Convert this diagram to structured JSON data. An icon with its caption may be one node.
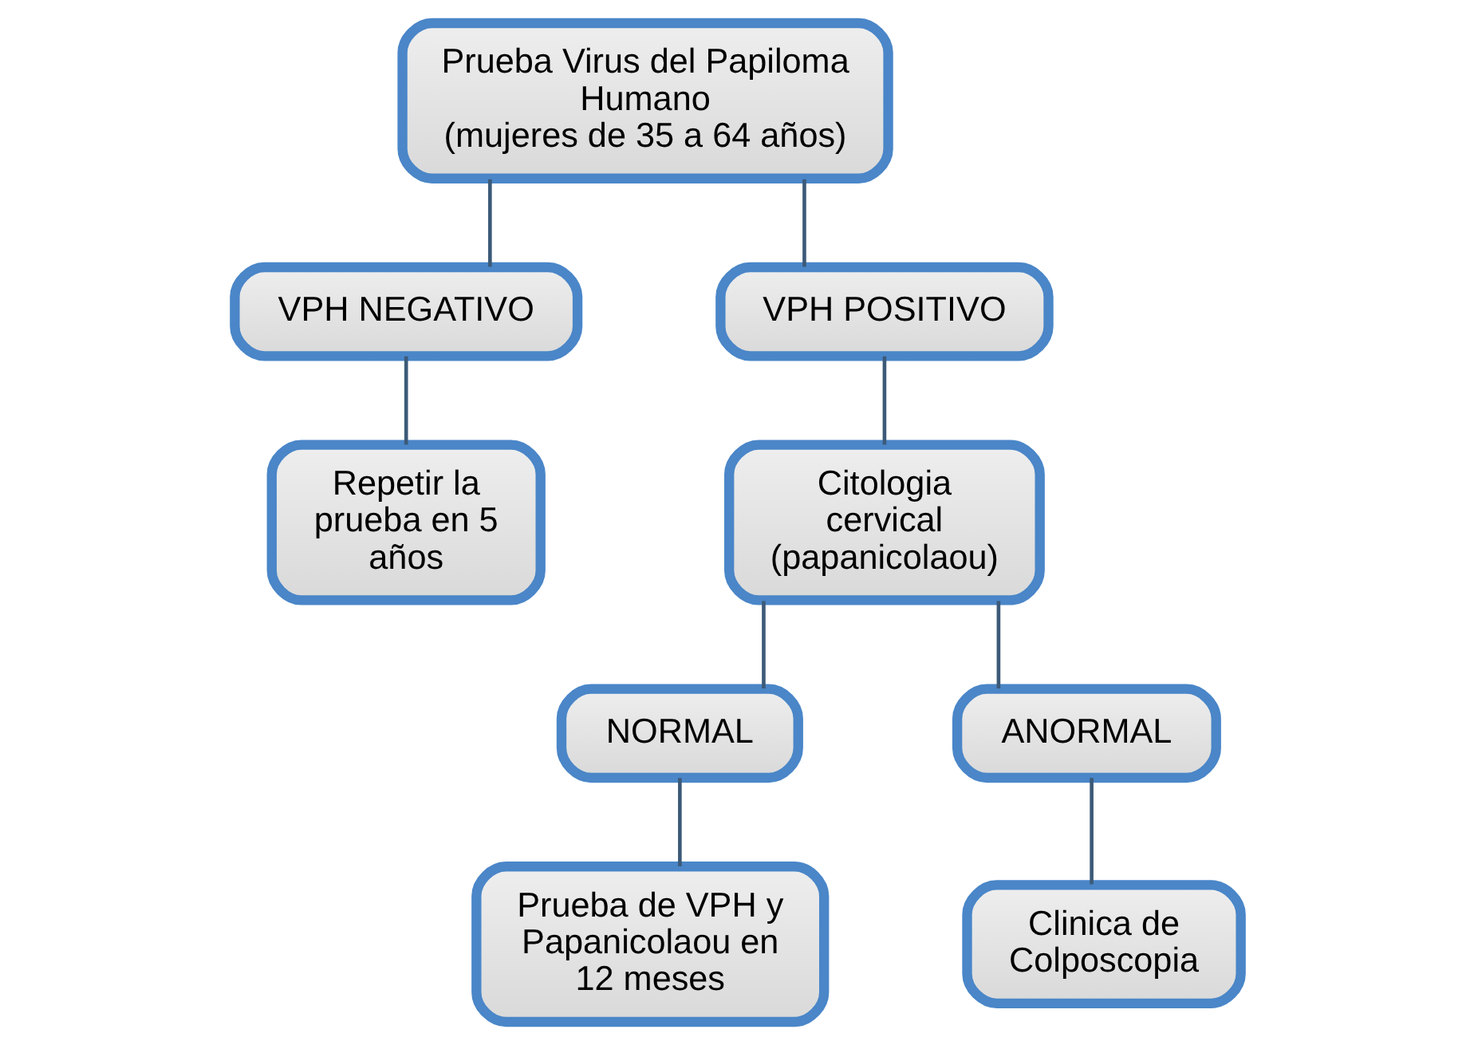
{
  "diagram": {
    "nodes": [
      {
        "text": [
          "Prueba Virus del Papiloma Humano",
          "(mujeres de 35 a 64 años)"
        ]
      },
      {
        "text": [
          "VPH NEGATIVO"
        ]
      },
      {
        "text": [
          "VPH POSITIVO"
        ]
      },
      {
        "text": [
          "Repetir la prueba en 5 años"
        ]
      },
      {
        "text": [
          "Citologia cervical (papanicolaou)"
        ]
      },
      {
        "text": [
          "NORMAL"
        ]
      },
      {
        "text": [
          "ANORMAL"
        ]
      },
      {
        "text": [
          "Prueba de VPH y Papanicolaou en 12 meses"
        ]
      },
      {
        "text": [
          "Clinica de Colposcopia"
        ]
      }
    ],
    "edges": [
      {
        "from": 0,
        "to": 1,
        "arrow": "none"
      },
      {
        "from": 0,
        "to": 2,
        "arrow": "none"
      },
      {
        "from": 1,
        "to": 3,
        "arrow": "none"
      },
      {
        "from": 2,
        "to": 4,
        "arrow": "none"
      },
      {
        "from": 4,
        "to": 5,
        "arrow": "none"
      },
      {
        "from": 4,
        "to": 6,
        "arrow": "none"
      },
      {
        "from": 5,
        "to": 7,
        "arrow": "none"
      },
      {
        "from": 6,
        "to": 8,
        "arrow": "none"
      }
    ]
  }
}
